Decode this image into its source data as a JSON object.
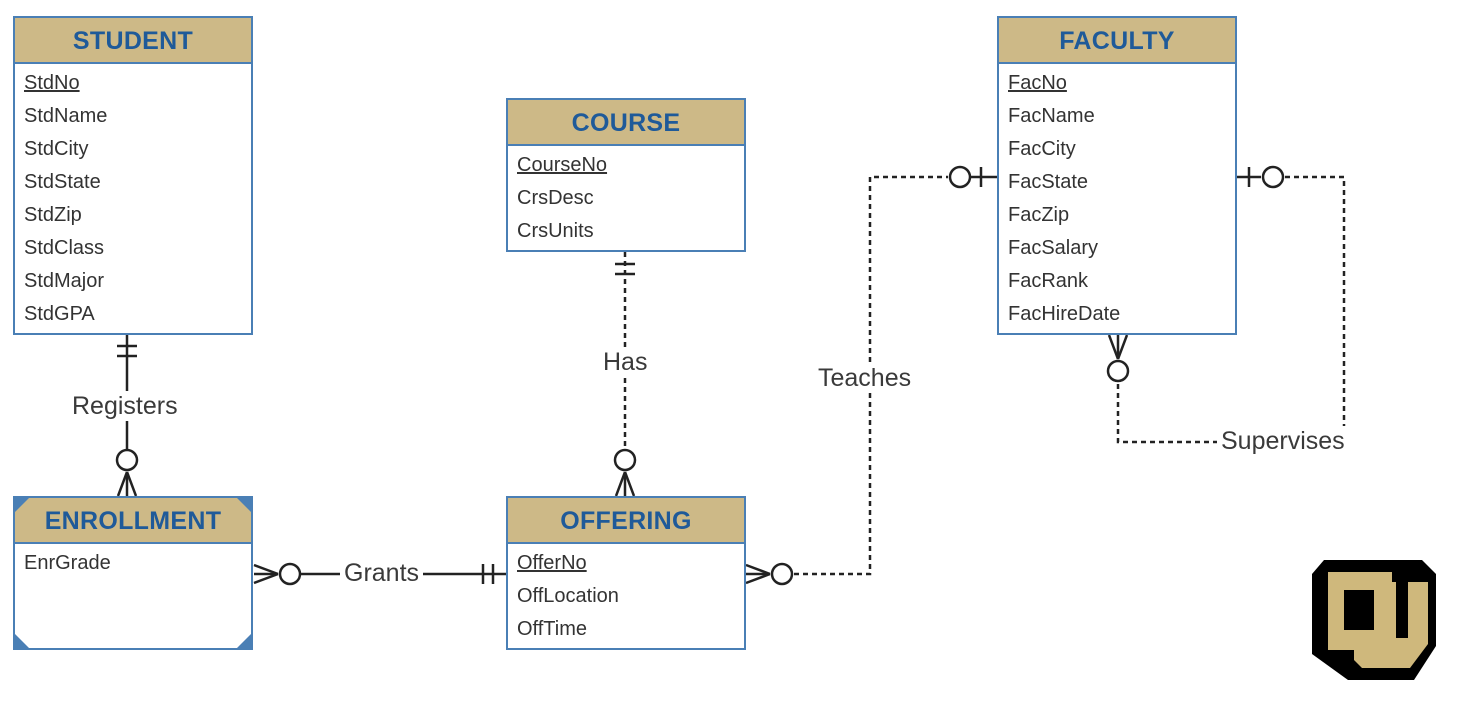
{
  "entities": {
    "student": {
      "name": "STUDENT",
      "attributes": [
        {
          "label": "StdNo",
          "pk": true
        },
        {
          "label": "StdName"
        },
        {
          "label": "StdCity"
        },
        {
          "label": "StdState"
        },
        {
          "label": "StdZip"
        },
        {
          "label": "StdClass"
        },
        {
          "label": "StdMajor"
        },
        {
          "label": "StdGPA"
        }
      ]
    },
    "course": {
      "name": "COURSE",
      "attributes": [
        {
          "label": "CourseNo",
          "pk": true
        },
        {
          "label": "CrsDesc"
        },
        {
          "label": "CrsUnits"
        }
      ]
    },
    "faculty": {
      "name": "FACULTY",
      "attributes": [
        {
          "label": "FacNo",
          "pk": true
        },
        {
          "label": "FacName"
        },
        {
          "label": "FacCity"
        },
        {
          "label": "FacState"
        },
        {
          "label": "FacZip"
        },
        {
          "label": "FacSalary"
        },
        {
          "label": "FacRank"
        },
        {
          "label": "FacHireDate"
        }
      ]
    },
    "enrollment": {
      "name": "ENROLLMENT",
      "weak": true,
      "attributes": [
        {
          "label": "EnrGrade"
        }
      ]
    },
    "offering": {
      "name": "OFFERING",
      "attributes": [
        {
          "label": "OfferNo",
          "pk": true
        },
        {
          "label": "OffLocation"
        },
        {
          "label": "OffTime"
        }
      ]
    }
  },
  "relationships": {
    "registers": {
      "label": "Registers",
      "identifying": true
    },
    "has": {
      "label": "Has",
      "identifying": false
    },
    "grants": {
      "label": "Grants",
      "identifying": true
    },
    "teaches": {
      "label": "Teaches",
      "identifying": false
    },
    "supervises": {
      "label": "Supervises",
      "identifying": false
    }
  },
  "colors": {
    "header_fill": "#cdb987",
    "header_text": "#1f5a99",
    "border": "#4a7fb5",
    "line": "#222222",
    "logo_gold": "#cfb87c",
    "logo_black": "#000000"
  },
  "logo": {
    "icon": "university-logo-icon"
  }
}
